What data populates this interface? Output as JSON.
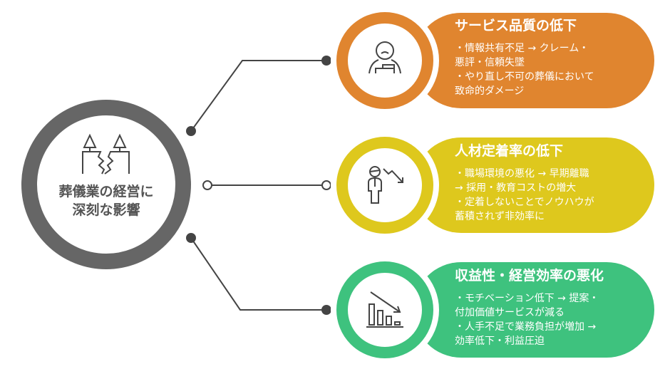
{
  "center": {
    "icon": "cracked-tombstones-icon",
    "label_line1": "葬儀業の経営に",
    "label_line2": "深刻な影響",
    "color": "#666666"
  },
  "cards": [
    {
      "title": "サービス品質の低下",
      "icon": "worried-staff-icon",
      "color": "#E0852F",
      "lines": [
        "・情報共有不足 → クレーム・",
        "悪評・信頼失墜",
        "・やり直し不可の葬儀において",
        "致命的ダメージ"
      ]
    },
    {
      "title": "人材定着率の低下",
      "icon": "person-decline-icon",
      "color": "#DEC81D",
      "lines": [
        "・職場環境の悪化 → 早期離職",
        "→ 採用・教育コストの増大",
        "・定着しないことでノウハウが",
        "蓄積されず非効率に"
      ]
    },
    {
      "title": "収益性・経営効率の悪化",
      "icon": "declining-bar-chart-icon",
      "color": "#3EC27E",
      "lines": [
        "・モチベーション低下 → 提案・",
        "付加価値サービスが減る",
        "・人手不足で業務負担が増加 →",
        "効率低下・利益圧迫"
      ]
    }
  ]
}
